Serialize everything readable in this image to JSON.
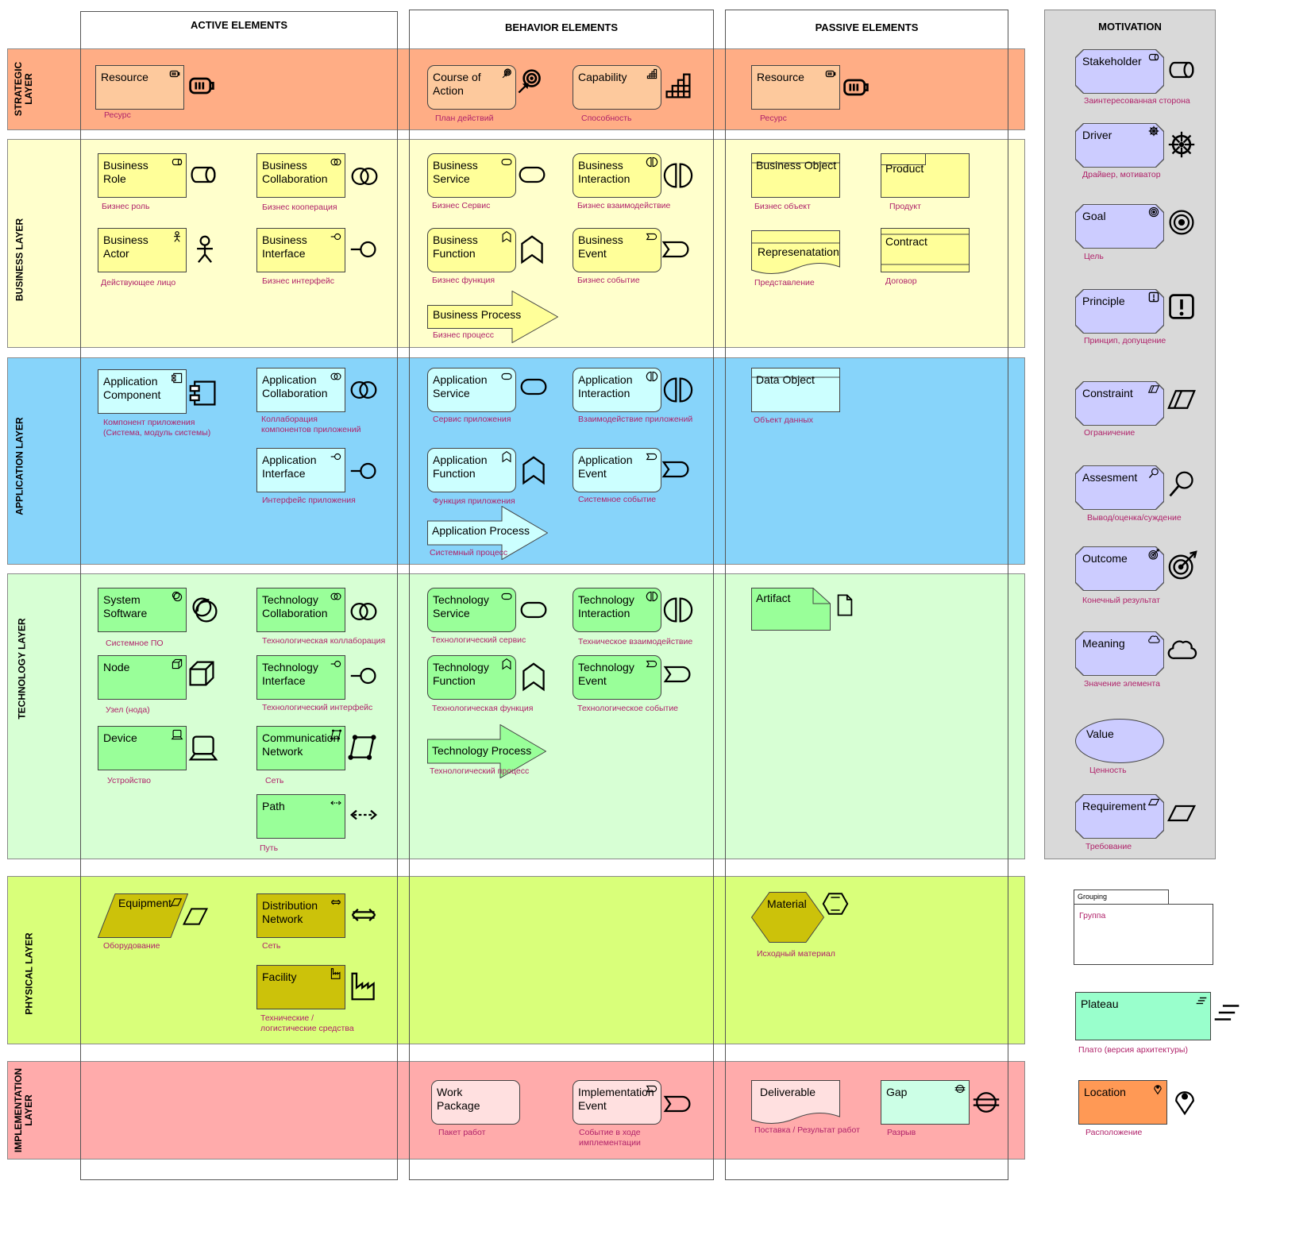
{
  "columns": [
    {
      "key": "active",
      "header": "ACTIVE ELEMENTS"
    },
    {
      "key": "behavior",
      "header": "BEHAVIOR ELEMENTS"
    },
    {
      "key": "passive",
      "header": "PASSIVE ELEMENTS"
    },
    {
      "key": "motivation",
      "header": "MOTIVATION"
    }
  ],
  "layers": [
    {
      "key": "strategic",
      "label": "STRATEGIC\nLAYER",
      "color": "#ffad85"
    },
    {
      "key": "business",
      "label": "BUSINESS LAYER",
      "color": "#ffffcc"
    },
    {
      "key": "application",
      "label": "APPLICATION LAYER",
      "color": "#87d4fa"
    },
    {
      "key": "technology",
      "label": "TECHNOLOGY LAYER",
      "color": "#d7ffd4"
    },
    {
      "key": "physical",
      "label": "PHYSICAL LAYER",
      "color": "#d9ff7a"
    },
    {
      "key": "implementation",
      "label": "IMPLEMENTATION\nLAYER",
      "color": "#ffabab"
    }
  ],
  "colors": {
    "strategy": "#fdc99d",
    "business": "#ffff99",
    "application": "#ccffff",
    "technology": "#99ff99",
    "physical": "#ccc20a",
    "motivation": "#ccccff",
    "motivation_panel": "#d9d9d9",
    "implementation": "#ffe0e0",
    "gap": "#ccffe6",
    "plateau": "#99ffcc",
    "location": "#ff9955",
    "caption": "#b0226a"
  },
  "elements": [
    {
      "id": "strat-resource",
      "label": "Resource",
      "caption": "Ресурс",
      "icon": "resource-icon"
    },
    {
      "id": "course-of-action",
      "label": "Course of Action",
      "caption": "План действий",
      "icon": "course-of-action-icon"
    },
    {
      "id": "capability",
      "label": "Capability",
      "caption": "Способность",
      "icon": "capability-icon"
    },
    {
      "id": "passive-resource",
      "label": "Resource",
      "caption": "Ресурс",
      "icon": "resource-icon"
    },
    {
      "id": "business-role",
      "label": "Business Role",
      "caption": "Бизнес роль",
      "icon": "role-icon"
    },
    {
      "id": "business-collaboration",
      "label": "Business Collaboration",
      "caption": "Бизнес кооперация",
      "icon": "collaboration-icon"
    },
    {
      "id": "business-actor",
      "label": "Business Actor",
      "caption": "Действующее лицо",
      "icon": "actor-icon"
    },
    {
      "id": "business-interface",
      "label": "Business Interface",
      "caption": "Бизнес интерфейс",
      "icon": "interface-icon"
    },
    {
      "id": "business-service",
      "label": "Business Service",
      "caption": "Бизнес Сервис",
      "icon": "service-icon"
    },
    {
      "id": "business-interaction",
      "label": "Business Interaction",
      "caption": "Бизнес взаимодействие",
      "icon": "interaction-icon"
    },
    {
      "id": "business-function",
      "label": "Business Function",
      "caption": "Бизнес функция",
      "icon": "function-icon"
    },
    {
      "id": "business-event",
      "label": "Business Event",
      "caption": "Бизнес событие",
      "icon": "event-icon"
    },
    {
      "id": "business-process",
      "label": "Business Process",
      "caption": "Бизнес процесс",
      "icon": "process-icon"
    },
    {
      "id": "business-object",
      "label": "Business Object",
      "caption": "Бизнес объект",
      "icon": "object-icon"
    },
    {
      "id": "product",
      "label": "Product",
      "caption": "Продукт",
      "icon": "product-icon"
    },
    {
      "id": "representation",
      "label": "Represenatation",
      "caption": "Представление",
      "icon": "representation-icon"
    },
    {
      "id": "contract",
      "label": "Contract",
      "caption": "Договор",
      "icon": "contract-icon"
    },
    {
      "id": "application-component",
      "label": "Application Component",
      "caption": "Компонент приложения\n(Система, модуль системы)",
      "icon": "component-icon"
    },
    {
      "id": "application-collaboration",
      "label": "Application Collaboration",
      "caption": "Коллаборация\nкомпонентов приложений",
      "icon": "collaboration-icon"
    },
    {
      "id": "application-interface",
      "label": "Application Interface",
      "caption": "Интерфейс приложения",
      "icon": "interface-icon"
    },
    {
      "id": "application-service",
      "label": "Application Service",
      "caption": "Сервис приложения",
      "icon": "service-icon"
    },
    {
      "id": "application-interaction",
      "label": "Application Interaction",
      "caption": "Взаимодействие приложений",
      "icon": "interaction-icon"
    },
    {
      "id": "application-function",
      "label": "Application Function",
      "caption": "Функция приложения",
      "icon": "function-icon"
    },
    {
      "id": "application-event",
      "label": "Application Event",
      "caption": "Системное событие",
      "icon": "event-icon"
    },
    {
      "id": "application-process",
      "label": "Application Process",
      "caption": "Системный процесс",
      "icon": "process-icon"
    },
    {
      "id": "data-object",
      "label": "Data Object",
      "caption": "Объект данных",
      "icon": "object-icon"
    },
    {
      "id": "system-software",
      "label": "System Software",
      "caption": "Системное ПО",
      "icon": "system-software-icon"
    },
    {
      "id": "technology-collaboration",
      "label": "Technology Collaboration",
      "caption": "Технологическая коллаборация",
      "icon": "collaboration-icon"
    },
    {
      "id": "node",
      "label": "Node",
      "caption": "Узел (нода)",
      "icon": "node-icon"
    },
    {
      "id": "technology-interface",
      "label": "Technology Interface",
      "caption": "Технологический интерфейс",
      "icon": "interface-icon"
    },
    {
      "id": "device",
      "label": "Device",
      "caption": "Устройство",
      "icon": "device-icon"
    },
    {
      "id": "communication-network",
      "label": "Communication Network",
      "caption": "Сеть",
      "icon": "network-icon"
    },
    {
      "id": "path",
      "label": "Path",
      "caption": "Путь",
      "icon": "path-icon"
    },
    {
      "id": "technology-service",
      "label": "Technology Service",
      "caption": "Технологический сервис",
      "icon": "service-icon"
    },
    {
      "id": "technology-interaction",
      "label": "Technology Interaction",
      "caption": "Техническое взаимодействие",
      "icon": "interaction-icon"
    },
    {
      "id": "technology-function",
      "label": "Technology Function",
      "caption": "Технологическая функция",
      "icon": "function-icon"
    },
    {
      "id": "technology-event",
      "label": "Technology Event",
      "caption": "Технологическое событие",
      "icon": "event-icon"
    },
    {
      "id": "technology-process",
      "label": "Technology Process",
      "caption": "Технологический\nпроцесс",
      "icon": "process-icon"
    },
    {
      "id": "artifact",
      "label": "Artifact",
      "caption": "",
      "icon": "artifact-icon"
    },
    {
      "id": "equipment",
      "label": "Equipment",
      "caption": "Оборудование",
      "icon": "equipment-icon"
    },
    {
      "id": "distribution-network",
      "label": "Distribution Network",
      "caption": "Сеть",
      "icon": "distribution-network-icon"
    },
    {
      "id": "facility",
      "label": "Facility",
      "caption": "Технические /\nлогистические средства",
      "icon": "facility-icon"
    },
    {
      "id": "material",
      "label": "Material",
      "caption": "Исходный материал",
      "icon": "material-icon"
    },
    {
      "id": "work-package",
      "label": "Work Package",
      "caption": "Пакет работ",
      "icon": "work-package-icon"
    },
    {
      "id": "implementation-event",
      "label": "Implementation Event",
      "caption": "Событие в ходе\nимплементации",
      "icon": "event-icon"
    },
    {
      "id": "deliverable",
      "label": "Deliverable",
      "caption": "Поставка / Результат работ",
      "icon": "deliverable-icon"
    },
    {
      "id": "gap",
      "label": "Gap",
      "caption": "Разрыв",
      "icon": "gap-icon"
    },
    {
      "id": "stakeholder",
      "label": "Stakeholder",
      "caption": "Заинтересованная сторона",
      "icon": "role-icon"
    },
    {
      "id": "driver",
      "label": "Driver",
      "caption": "Драйвер, мотиватор",
      "icon": "driver-icon"
    },
    {
      "id": "goal",
      "label": "Goal",
      "caption": "Цель",
      "icon": "goal-icon"
    },
    {
      "id": "principle",
      "label": "Principle",
      "caption": "Принцип, допущение",
      "icon": "principle-icon"
    },
    {
      "id": "constraint",
      "label": "Constraint",
      "caption": "Ограничение",
      "icon": "constraint-icon"
    },
    {
      "id": "assesment",
      "label": "Assesment",
      "caption": "Вывод/оценка/суждение",
      "icon": "assessment-icon"
    },
    {
      "id": "outcome",
      "label": "Outcome",
      "caption": "Конечный результат",
      "icon": "outcome-icon"
    },
    {
      "id": "meaning",
      "label": "Meaning",
      "caption": "Значение элемента",
      "icon": "meaning-icon"
    },
    {
      "id": "value",
      "label": "Value",
      "caption": "Ценность",
      "icon": "value-icon"
    },
    {
      "id": "requirement",
      "label": "Requirement",
      "caption": "Требование",
      "icon": "requirement-icon"
    },
    {
      "id": "grouping",
      "label": "Grouping",
      "caption": "Группа",
      "icon": "grouping-icon"
    },
    {
      "id": "plateau",
      "label": "Plateau",
      "caption": "Плато (версия архитектуры)",
      "icon": "plateau-icon"
    },
    {
      "id": "location",
      "label": "Location",
      "caption": "Расположение",
      "icon": "location-icon"
    }
  ]
}
